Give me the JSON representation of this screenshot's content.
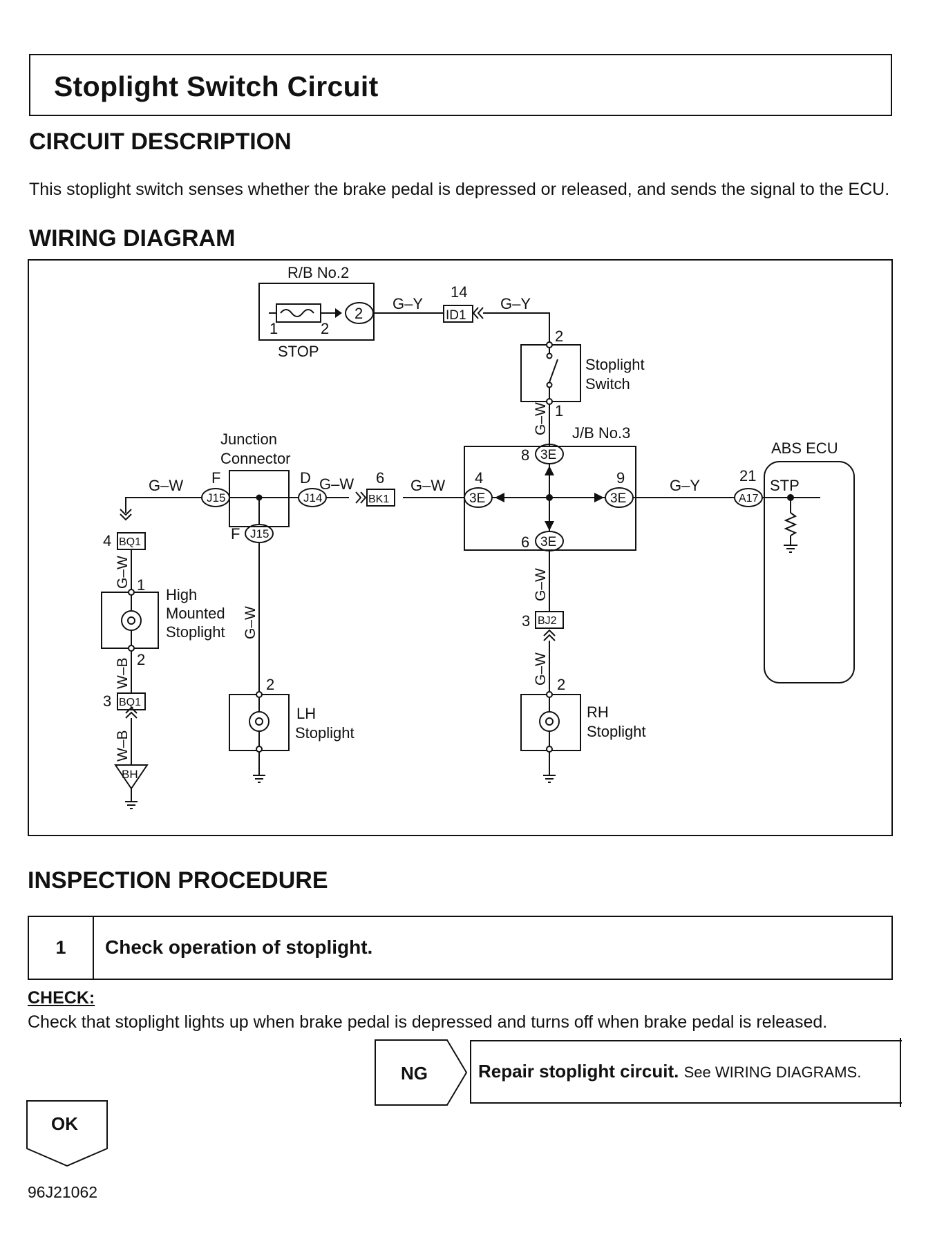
{
  "title": "Stoplight Switch Circuit",
  "sections": {
    "circuit_description_heading": "CIRCUIT DESCRIPTION",
    "circuit_description_text": "This stoplight switch senses whether the brake pedal is depressed or released, and sends the signal to the ECU.",
    "wiring_diagram_heading": "WIRING DIAGRAM",
    "inspection_heading": "INSPECTION PROCEDURE"
  },
  "diagram": {
    "rb_label": "R/B No.2",
    "stop_label": "STOP",
    "rb_pin1": "1",
    "rb_pin2": "2",
    "rb_conn": "2",
    "wire_gy": "G–Y",
    "wire_gw": "G–W",
    "wire_wb": "W–B",
    "id1_pin": "14",
    "id1_label": "ID1",
    "sw_pin2": "2",
    "sw_pin1": "1",
    "stoplight_switch_1": "Stoplight",
    "stoplight_switch_2": "Switch",
    "jb_label": "J/B No.3",
    "jb_conn": "3E",
    "jb_pin8": "8",
    "jb_pin4": "4",
    "jb_pin9": "9",
    "jb_pin6": "6",
    "abs_ecu": "ABS ECU",
    "a17_pin": "21",
    "a17_label": "A17",
    "stp_label": "STP",
    "junction_1": "Junction",
    "junction_2": "Connector",
    "j15_label": "J15",
    "j14_label": "J14",
    "pin_f": "F",
    "pin_d": "D",
    "bk1_pin": "6",
    "bk1_label": "BK1",
    "bq1_label": "BQ1",
    "bq1_pin4": "4",
    "bq1_pin3": "3",
    "hm_pin1": "1",
    "hm_pin2": "2",
    "hm_label_1": "High",
    "hm_label_2": "Mounted",
    "hm_label_3": "Stoplight",
    "bh_label": "BH",
    "lh_pin": "2",
    "lh_label_1": "LH",
    "lh_label_2": "Stoplight",
    "bj2_pin": "3",
    "bj2_label": "BJ2",
    "rh_pin": "2",
    "rh_label_1": "RH",
    "rh_label_2": "Stoplight"
  },
  "step": {
    "number": "1",
    "title": "Check operation of stoplight."
  },
  "check": {
    "label": "CHECK:",
    "text": "Check that stoplight lights up when brake pedal is depressed and turns off when brake pedal is released."
  },
  "ng": {
    "label": "NG",
    "action": "Repair stoplight circuit.",
    "reference": "See WIRING DIAGRAMS."
  },
  "ok": {
    "label": "OK"
  },
  "footer_code": "96J21062"
}
